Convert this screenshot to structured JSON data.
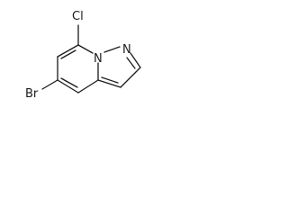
{
  "molecule": {
    "atoms": {
      "chlorine": "Cl",
      "bromine": "Br",
      "bridge_nitrogen": "N",
      "pyrazole_nitrogen": "N"
    }
  },
  "colors": {
    "bond": "#1a1a1a",
    "text": "#1a1a1a",
    "background": "#ffffff"
  }
}
